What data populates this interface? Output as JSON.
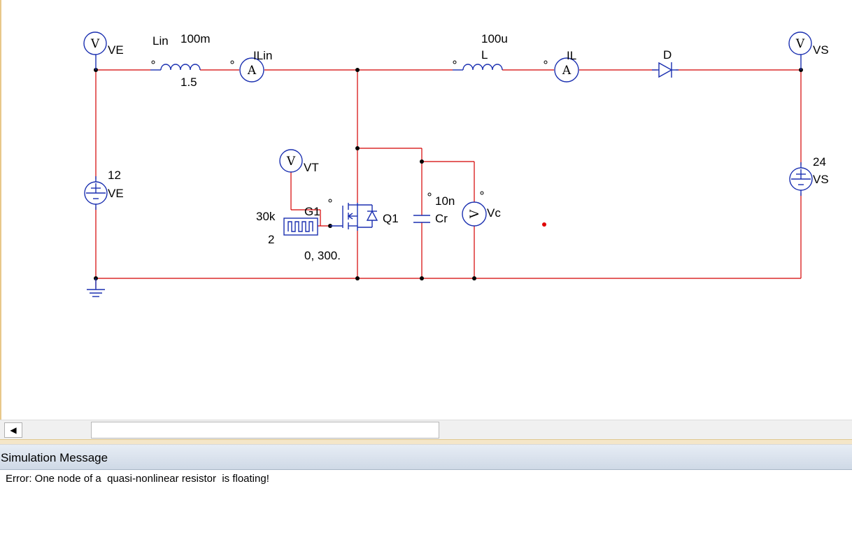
{
  "schematic": {
    "labels": {
      "probe_ve": "VE",
      "probe_vs": "VS",
      "probe_vt": "VT",
      "probe_vc": "Vc",
      "lin_name": "Lin",
      "lin_value": "100m",
      "lin_res": "1.5",
      "ammeter_lin": "ILin",
      "l_value": "100u",
      "l_name": "L",
      "ammeter_l": "IL",
      "diode": "D",
      "src_ve_value": "12",
      "src_ve_name": "VE",
      "src_vs_value": "24",
      "src_vs_name": "VS",
      "gate_freq": "30k",
      "gate_name": "G1",
      "gate_points": "2",
      "gate_switch": "0, 300.",
      "mosfet": "Q1",
      "cap_value": "10n",
      "cap_name": "Cr"
    },
    "meter_glyphs": {
      "voltmeter": "V",
      "ammeter": "A"
    },
    "colors": {
      "wire": "#d40000",
      "component": "#1a2fb0",
      "cursor_marker": "#e00000"
    }
  },
  "scrollbar": {
    "left_arrow": "◀"
  },
  "messages": {
    "title": "Simulation Message",
    "text": "Error: One node of a  quasi-nonlinear resistor  is floating!"
  }
}
